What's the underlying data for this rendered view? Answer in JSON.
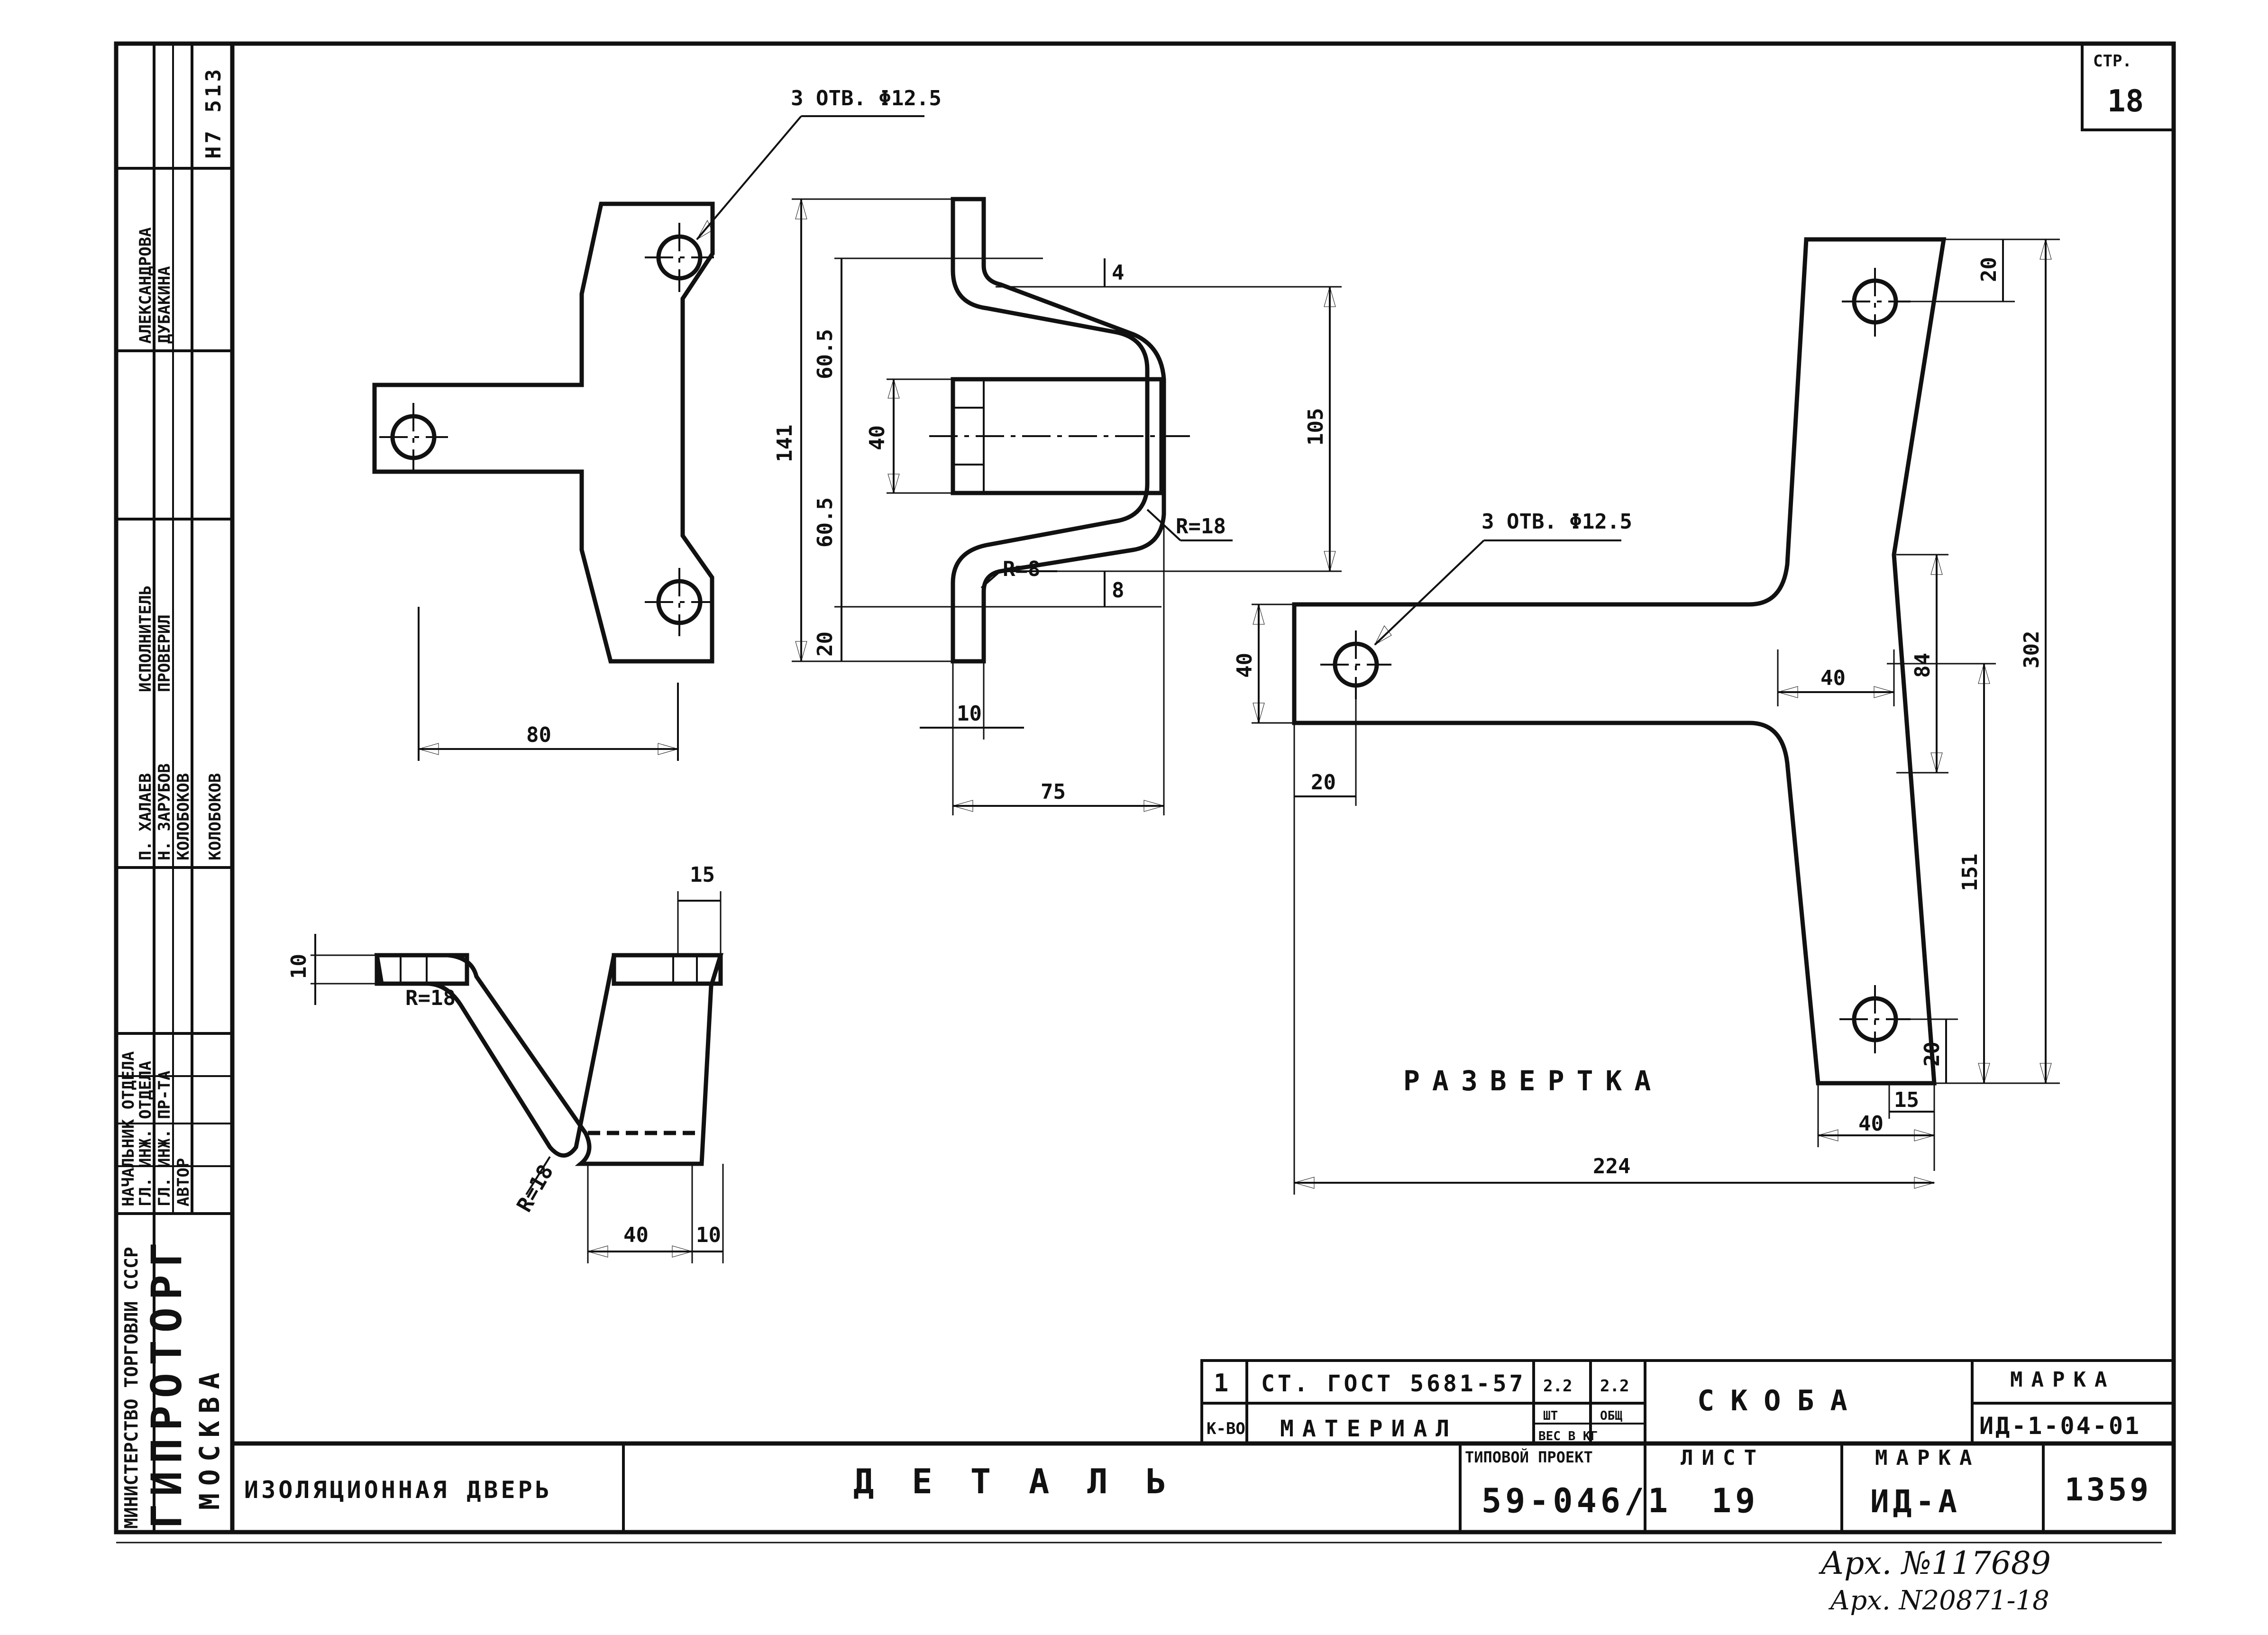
{
  "sheet": {
    "corner_label": "СТР.",
    "page_number": "18",
    "arch_number": "Арх. №117689",
    "arch_number_2": "Арх. N20871-18"
  },
  "holes_note_top": "3 ОТВ. Φ12.5",
  "holes_note_flat": "3 ОТВ. Φ12.5",
  "flat_pattern_title": "РАЗВЕРТКА",
  "dimensions": {
    "top_width": "80",
    "side_height_total": "141",
    "side_upper": "60.5",
    "side_lower": "60.5",
    "side_mid": "40",
    "side_bottom": "20",
    "side_small_top": "4",
    "side_small_bottom": "8",
    "side_right": "105",
    "side_thickness": "10",
    "side_width": "75",
    "radius_1": "R=18",
    "radius_2": "R=8",
    "iso_top": "15",
    "iso_left": "10",
    "iso_r1": "R=18",
    "iso_r2": "R=18",
    "iso_w1": "40",
    "iso_w2": "10",
    "flat_top_right": "20",
    "flat_arm_height": "40",
    "flat_arm_width": "40",
    "flat_mid_height": "84",
    "flat_total_height": "302",
    "flat_lower_height": "151",
    "flat_bottom_right": "20",
    "flat_left_offset": "20",
    "flat_bottom_small": "15",
    "flat_bottom_width": "40",
    "flat_overall_width": "224"
  },
  "left_strip": {
    "org_line1": "МИНИСТЕРСТВО ТОРГОВЛИ СССР",
    "org_line2": "ГИПРОТОРГ",
    "org_line3": "МОСКВА",
    "roles": [
      "НАЧАЛЬНИК ОТДЕЛА",
      "ГЛ. ИНЖ. ОТДЕЛА",
      "ГЛ. ИНЖ. ПР-ТА",
      "АВТОР"
    ],
    "names_a": [
      "П. ХАЛАЕВ",
      "Н. ЗАРУБОВ",
      "КОЛОБОКОВ",
      "КОЛОБОКОВ"
    ],
    "roles_b": [
      "ИСПОЛНИТЕЛЬ",
      "ПРОВЕРИЛ"
    ],
    "names_b": [
      "АЛЕКСАНДРОВА",
      "ДУБАКИНА"
    ],
    "stamp": "Н7 513"
  },
  "spec_table": {
    "qty": "1",
    "material_value": "СТ. ГОСТ 5681-57",
    "weight_each": "2.2",
    "weight_total": "2.2",
    "qty_header": "К-ВО",
    "material_header": "МАТЕРИАЛ",
    "weight_header_a": "ШТ",
    "weight_header_b": "ВЕС В КГ",
    "weight_header_c": "ОБЩ",
    "part_name": "СКОБА",
    "mark_label": "МАРКА",
    "mark_value": "ИД-1-04-01"
  },
  "title_block": {
    "subject": "ИЗОЛЯЦИОННАЯ ДВЕРЬ",
    "drawing_title": "ДЕТАЛЬ",
    "project_label": "ТИПОВОЙ ПРОЕКТ",
    "project_number": "59-046/1",
    "sheet_label": "ЛИСТ",
    "sheet_number": "19",
    "mark_label": "МАРКА",
    "mark_value": "ИД-А",
    "doc_number": "1359"
  }
}
